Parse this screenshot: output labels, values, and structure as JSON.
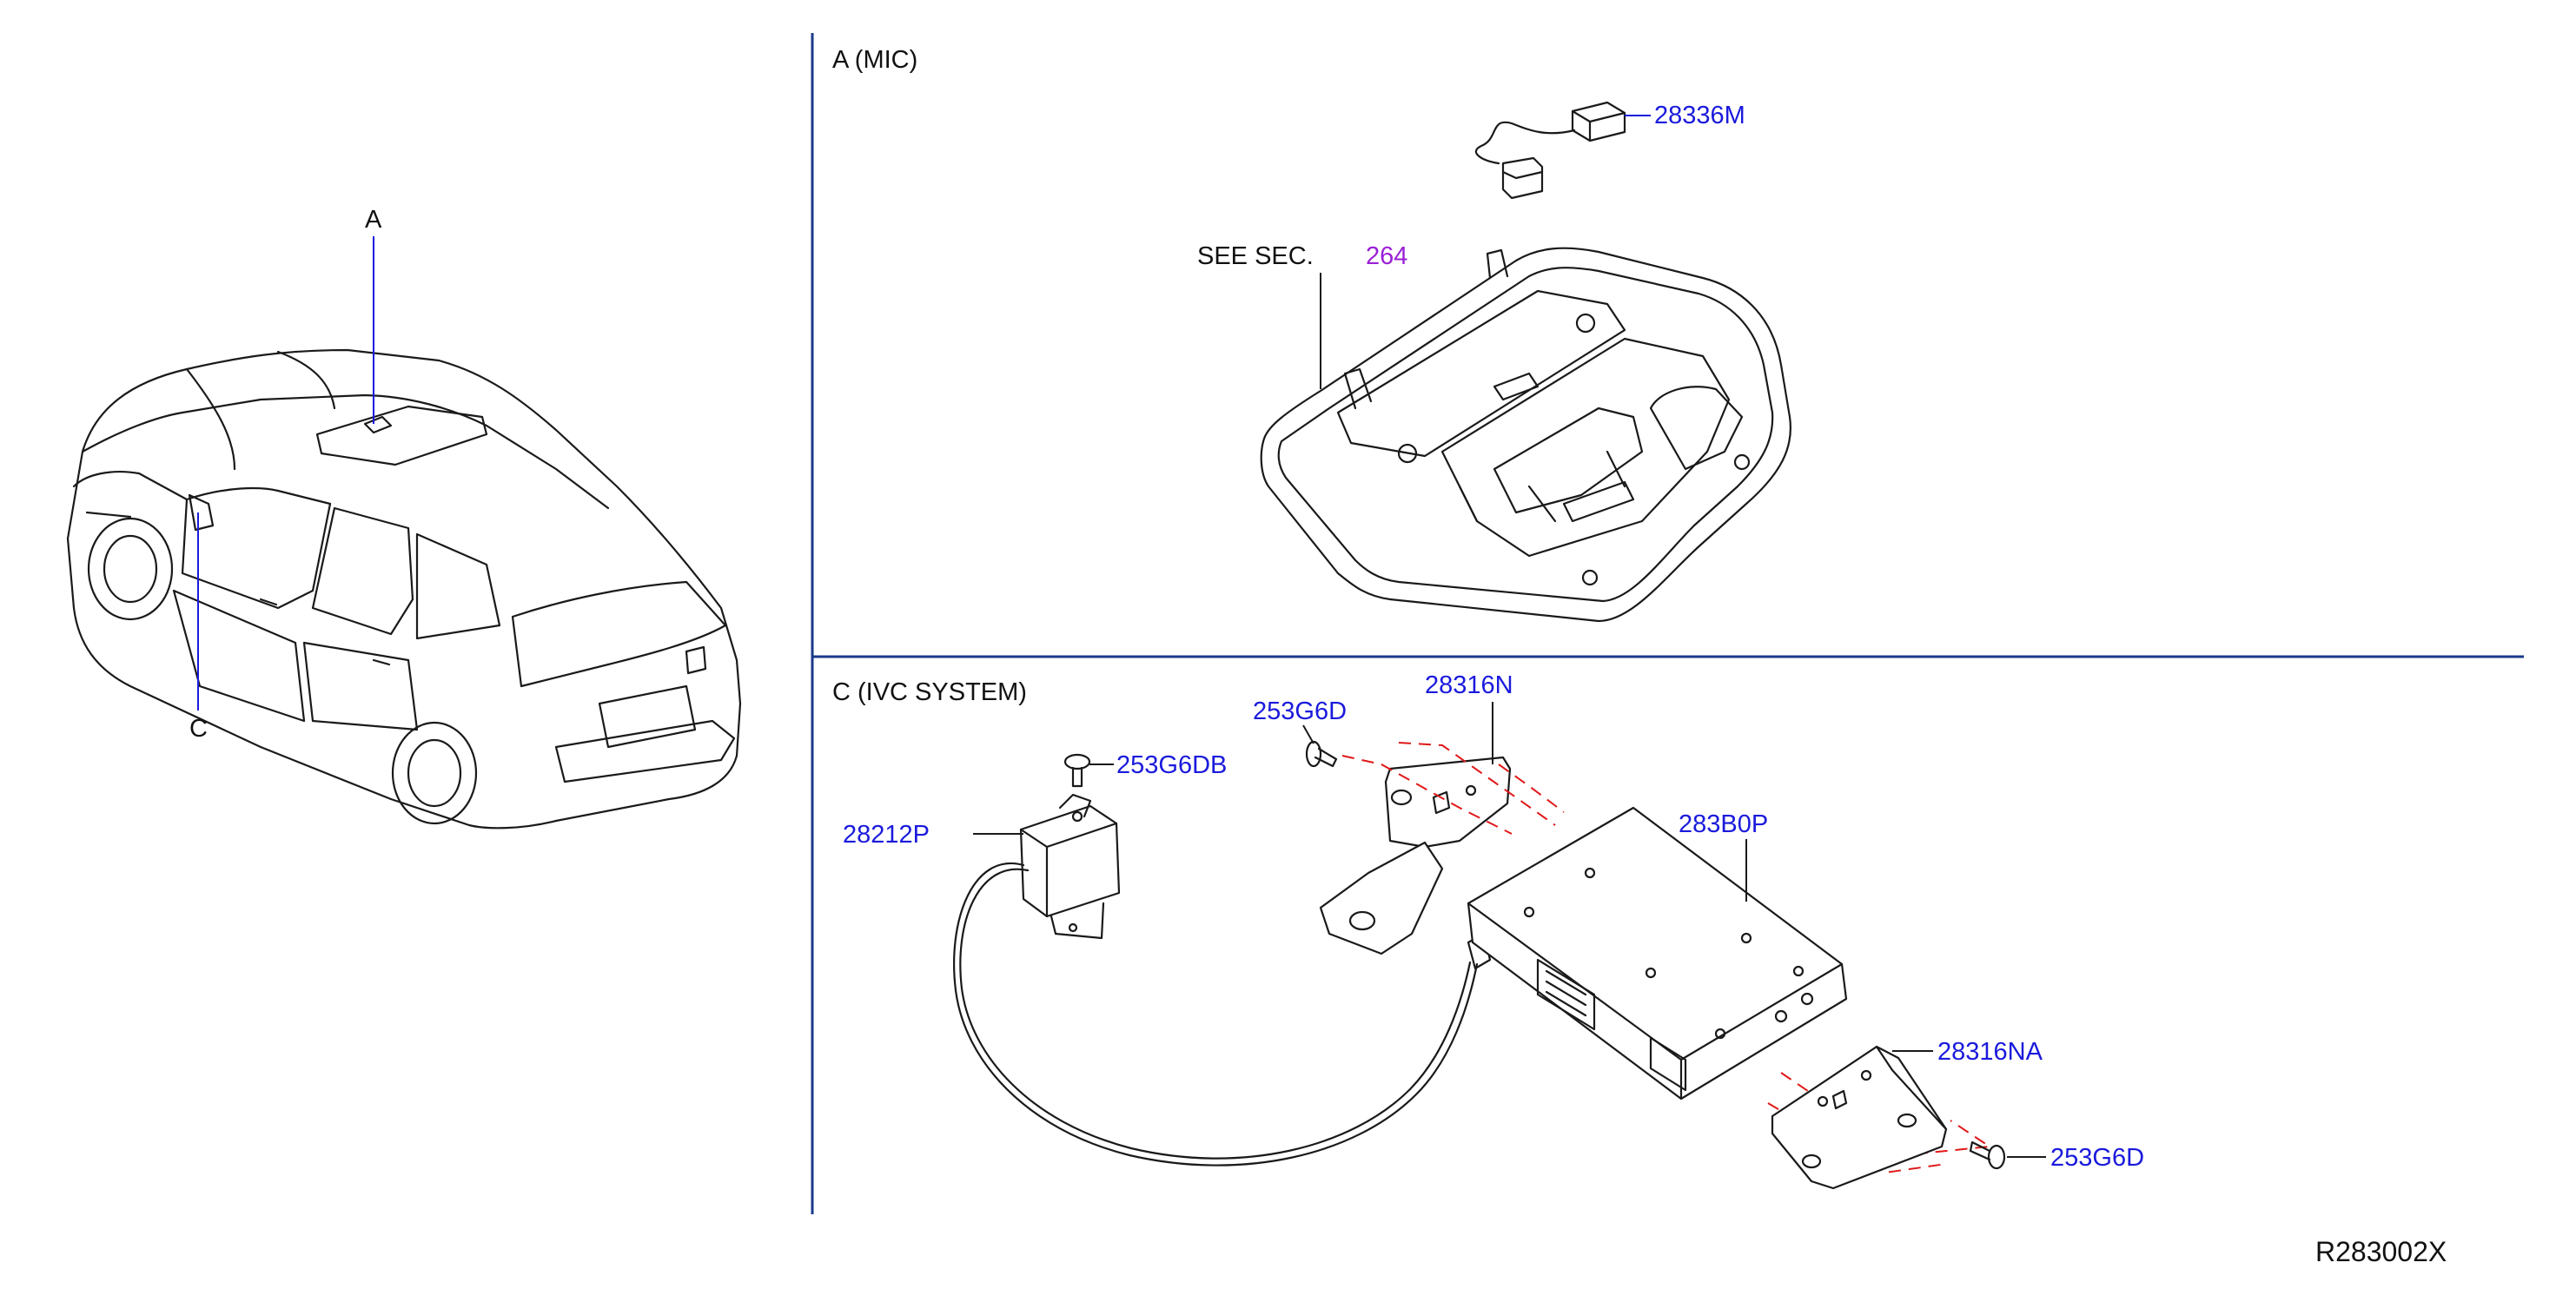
{
  "diagram_code": "R283002X",
  "sections": {
    "a": {
      "title": "A  (MIC)"
    },
    "c": {
      "title": "C  (IVC   SYSTEM)"
    }
  },
  "overview": {
    "marker_a": "A",
    "marker_c": "C"
  },
  "see_sec": {
    "text": "SEE   SEC.",
    "number": "264"
  },
  "parts": [
    {
      "id": "28336M"
    },
    {
      "id": "28316N"
    },
    {
      "id": "253G6D"
    },
    {
      "id": "253G6DB"
    },
    {
      "id": "28212P"
    },
    {
      "id": "283B0P"
    },
    {
      "id": "28316NA"
    },
    {
      "id": "253G6D"
    }
  ],
  "colors": {
    "part_label": "#1a1adc",
    "section_ref": "#9a1fd6",
    "dash_line": "#e01818",
    "divider": "#1a3a8a",
    "ink": "#1a1a1a"
  }
}
